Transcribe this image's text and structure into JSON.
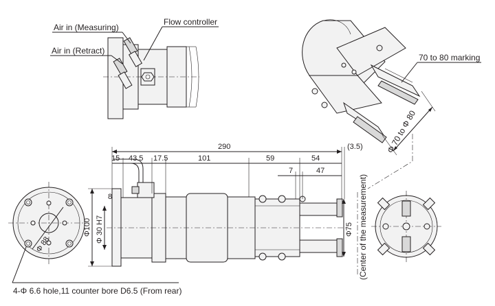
{
  "labels": {
    "air_in_measuring": "Air in (Measuring)",
    "air_in_retract": "Air in (Retract)",
    "flow_controller": "Flow controller",
    "marking": "70 to 80 marking",
    "dia_range": "Φ 70 to Φ 80",
    "center_note": "(Center of the measurement)",
    "hole_note": "4-Φ 6.6 hole,11 counter bore D6.5 (From rear)"
  },
  "dimensions": {
    "d290": "290",
    "d3_5": "(3.5)",
    "d15": "15",
    "d43_5": "43.5",
    "d17_5": "17.5",
    "d101": "101",
    "d59": "59",
    "d54": "54",
    "d7": "7",
    "d47": "47",
    "d8": "8",
    "d100": "Φ100",
    "d30h7": "Φ 30 H7",
    "d75": "Φ75",
    "d88": "Φ 88"
  }
}
